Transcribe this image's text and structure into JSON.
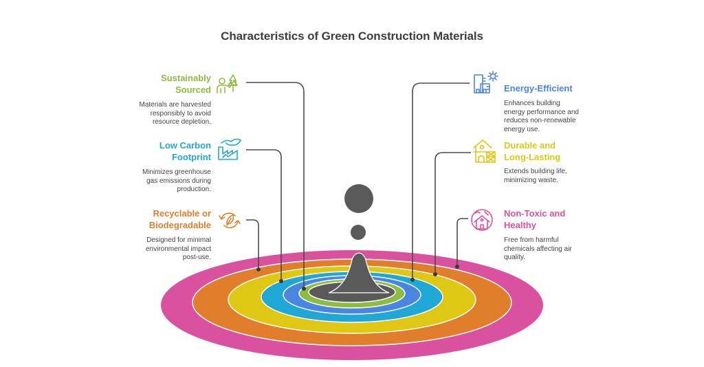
{
  "title": "Characteristics of Green Construction Materials",
  "colors": {
    "green": "#8cbd3f",
    "cyan": "#1fa8d6",
    "orange": "#e07e2c",
    "blue": "#4a86e0",
    "yellow": "#dec814",
    "pink": "#d9519f",
    "gray": "#5a5a5a",
    "connector": "#4a4a4a"
  },
  "items": [
    {
      "id": "sustainably-sourced",
      "side": "left",
      "title_lines": [
        "Sustainably",
        "Sourced"
      ],
      "description_lines": [
        "Materials are harvested",
        "responsibly to avoid",
        "resource depletion."
      ],
      "icon": "person-tree-icon",
      "color": "#8cbd3f",
      "ring": "green"
    },
    {
      "id": "low-carbon-footprint",
      "side": "left",
      "title_lines": [
        "Low Carbon",
        "Footprint"
      ],
      "description_lines": [
        "Minimizes greenhouse",
        "gas emissions during",
        "production."
      ],
      "icon": "factory-leaf-icon",
      "color": "#1fa8d6",
      "ring": "cyan"
    },
    {
      "id": "recyclable-biodegradable",
      "side": "left",
      "title_lines": [
        "Recyclable or",
        "Biodegradable"
      ],
      "description_lines": [
        "Designed for minimal",
        "environmental impact",
        "post-use."
      ],
      "icon": "recycle-leaf-icon",
      "color": "#e07e2c",
      "ring": "orange"
    },
    {
      "id": "energy-efficient",
      "side": "right",
      "title_lines": [
        "Energy-Efficient"
      ],
      "description_lines": [
        "Enhances building",
        "energy performance and",
        "reduces non-renewable",
        "energy use."
      ],
      "icon": "building-sun-icon",
      "color": "#4a86e0",
      "ring": "blue"
    },
    {
      "id": "durable-long-lasting",
      "side": "right",
      "title_lines": [
        "Durable and",
        "Long-Lasting"
      ],
      "description_lines": [
        "Extends building life,",
        "minimizing waste."
      ],
      "icon": "house-scaffold-icon",
      "color": "#dec814",
      "ring": "yellow"
    },
    {
      "id": "non-toxic-healthy",
      "side": "right",
      "title_lines": [
        "Non-Toxic and",
        "Healthy"
      ],
      "description_lines": [
        "Free from harmful",
        "chemicals affecting air",
        "quality."
      ],
      "icon": "house-circle-icon",
      "color": "#d9519f",
      "ring": "pink"
    }
  ]
}
